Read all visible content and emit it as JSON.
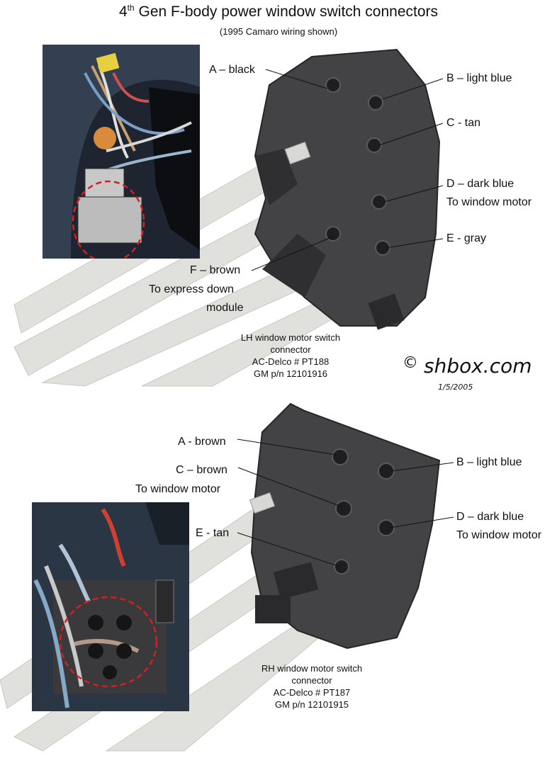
{
  "header": {
    "title_prefix": "4",
    "title_sup": "th",
    "title_rest": " Gen F-body power window switch connectors",
    "subtitle": "(1995 Camaro wiring shown)"
  },
  "lh": {
    "pins": [
      {
        "label": "A – black"
      },
      {
        "label": "B – light blue"
      },
      {
        "label": "C - tan"
      },
      {
        "label": "D – dark blue",
        "sub": "To window motor"
      },
      {
        "label": "E - gray"
      },
      {
        "label": "F – brown",
        "sub": "To express down",
        "sub2": "module"
      }
    ],
    "caption": [
      "LH window motor switch",
      "connector",
      "AC-Delco # PT188",
      "GM p/n 12101916"
    ]
  },
  "rh": {
    "pins": [
      {
        "label": "A - brown"
      },
      {
        "label": "B – light blue"
      },
      {
        "label": "C – brown",
        "sub": "To window motor"
      },
      {
        "label": "D – dark blue",
        "sub": "To window motor"
      },
      {
        "label": "E - tan"
      }
    ],
    "caption": [
      "RH window motor switch",
      "connector",
      "AC-Delco # PT187",
      "GM p/n 12101915"
    ]
  },
  "watermark": {
    "copyright": "©",
    "site": "shbox.com",
    "date": "1/5/2005"
  },
  "colors": {
    "connector_body": "#3f3f41",
    "connector_edge": "#262628",
    "wire": "#dcdcd8",
    "highlight_circle": "#d42020"
  }
}
